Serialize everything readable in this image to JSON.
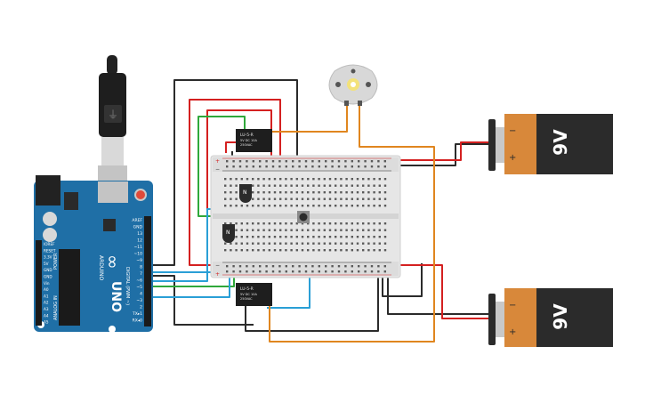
{
  "arduino": {
    "model": "UNO",
    "brand": "ARDUINO",
    "header_digital": "DIGITAL (PWM ~)",
    "header_power": "POWER",
    "header_analog": "ANALOG IN",
    "pins_right": [
      "AREF",
      "GND",
      "13",
      "12",
      "~11",
      "~10",
      "~9",
      "8",
      "7",
      "~6",
      "~5",
      "4",
      "~3",
      "2",
      "TX▸1",
      "RX◂0"
    ],
    "pins_left": [
      "IOREF",
      "RESET",
      "3.3V",
      "5V",
      "GND",
      "GND",
      "Vin",
      "A0",
      "A1",
      "A2",
      "A3",
      "A4",
      "A5"
    ]
  },
  "relays": [
    {
      "label_1": "LU-5-R",
      "label_2": "5V DC 10A",
      "label_3": "250VAC"
    },
    {
      "label_1": "LU-5-R",
      "label_2": "5V DC 10A",
      "label_3": "250VAC"
    }
  ],
  "transistors": [
    {
      "label": "N"
    },
    {
      "label": "N"
    }
  ],
  "batteries": [
    {
      "voltage": "9V",
      "minus": "−",
      "plus": "+"
    },
    {
      "voltage": "9V",
      "minus": "−",
      "plus": "+"
    }
  ],
  "breadboard": {
    "plus": "+",
    "minus": "−"
  },
  "colors": {
    "wire_black": "#2b2b2b",
    "wire_red": "#d42020",
    "wire_green": "#2fa83a",
    "wire_blue": "#2a9fd6",
    "wire_orange": "#e0861f",
    "board": "#1f6fa6",
    "battery": "#d8883a"
  }
}
